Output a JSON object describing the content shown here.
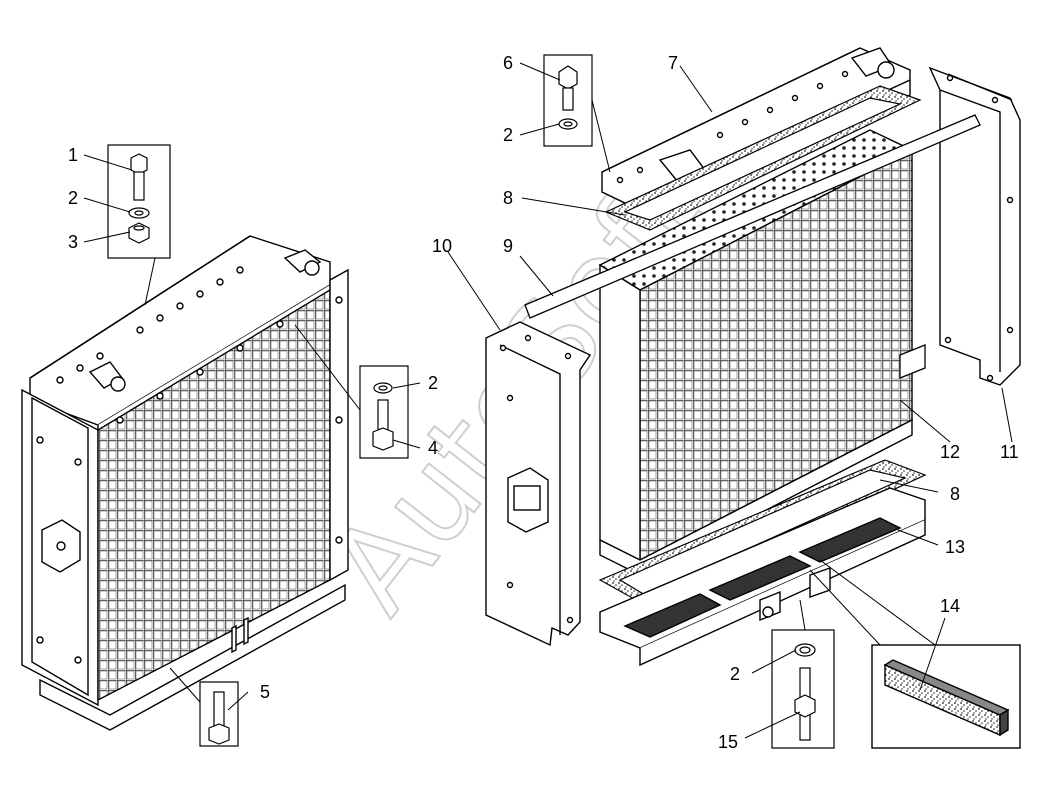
{
  "callouts": [
    "1",
    "2",
    "3",
    "2",
    "4",
    "5",
    "6",
    "2",
    "7",
    "8",
    "10",
    "9",
    "12",
    "11",
    "8",
    "13",
    "14",
    "2",
    "15"
  ],
  "watermark": "AutoSoft",
  "colors": {
    "line": "#000000",
    "fill": "#ffffff",
    "hatch": "#444444",
    "watermark": "#cfcfcf"
  }
}
